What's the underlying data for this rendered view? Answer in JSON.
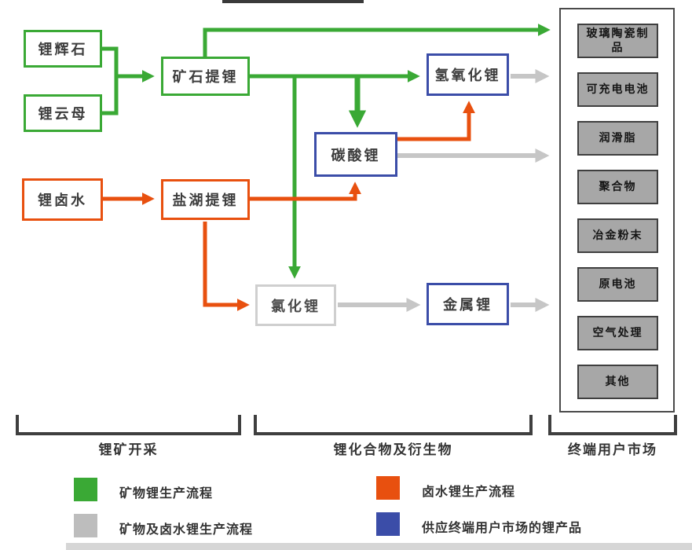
{
  "nodes": {
    "spodumene": "锂辉石",
    "lepidolite": "锂云母",
    "ore_extraction": "矿石提锂",
    "lithium_brine": "锂卤水",
    "salt_lake_extraction": "盐湖提锂",
    "lithium_carbonate": "碳酸锂",
    "lithium_hydroxide": "氢氧化锂",
    "lithium_chloride": "氯化锂",
    "lithium_metal": "金属锂"
  },
  "end_user_products": [
    "玻璃陶瓷制品",
    "可充电电池",
    "润滑脂",
    "聚合物",
    "冶金粉末",
    "原电池",
    "空气处理",
    "其他"
  ],
  "sections": {
    "mining": "锂矿开采",
    "compounds": "锂化合物及衍生物",
    "end_market": "终端用户市场"
  },
  "legend": {
    "mineral": "矿物锂生产流程",
    "mineral_and_brine": "矿物及卤水锂生产流程",
    "brine": "卤水锂生产流程",
    "end_user_products": "供应终端用户市场的锂产品"
  },
  "colors": {
    "mineral_green": "#3aa935",
    "brine_orange": "#e8500f",
    "combined_gray": "#c6c6c6",
    "end_product_blue": "#3b4da8"
  }
}
